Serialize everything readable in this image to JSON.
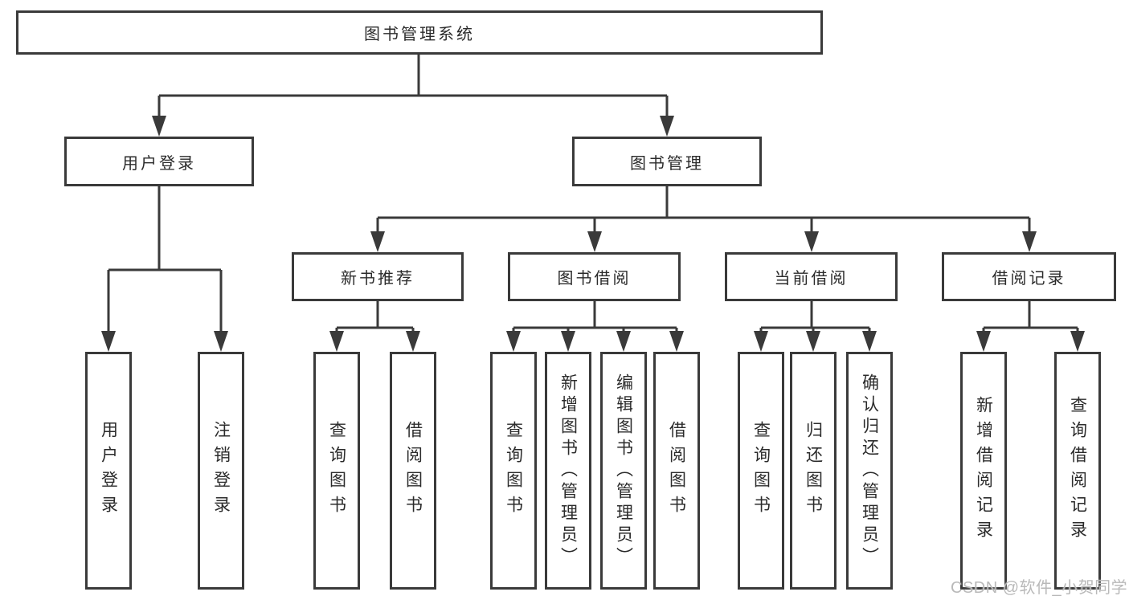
{
  "diagram": {
    "root": {
      "label": "图书管理系统"
    },
    "branches": [
      {
        "label": "用户登录",
        "children": [
          {
            "label": "用户登录"
          },
          {
            "label": "注销登录"
          }
        ]
      },
      {
        "label": "图书管理",
        "groups": [
          {
            "label": "新书推荐",
            "children": [
              {
                "label": "查询图书"
              },
              {
                "label": "借阅图书"
              }
            ]
          },
          {
            "label": "图书借阅",
            "children": [
              {
                "label": "查询图书"
              },
              {
                "label": "新增图书（管理员）"
              },
              {
                "label": "编辑图书（管理员）"
              },
              {
                "label": "借阅图书"
              }
            ]
          },
          {
            "label": "当前借阅",
            "children": [
              {
                "label": "查询图书"
              },
              {
                "label": "归还图书"
              },
              {
                "label": "确认归还（管理员）"
              }
            ]
          },
          {
            "label": "借阅记录",
            "children": [
              {
                "label": "新增借阅记录"
              },
              {
                "label": "查询借阅记录"
              }
            ]
          }
        ]
      }
    ]
  },
  "watermark": "CSDN @软件_小贺同学",
  "colors": {
    "line": "#3a3a3a",
    "text": "#2b2b2b",
    "box_background": "#ffffff",
    "watermark": "#b9b9b9"
  }
}
